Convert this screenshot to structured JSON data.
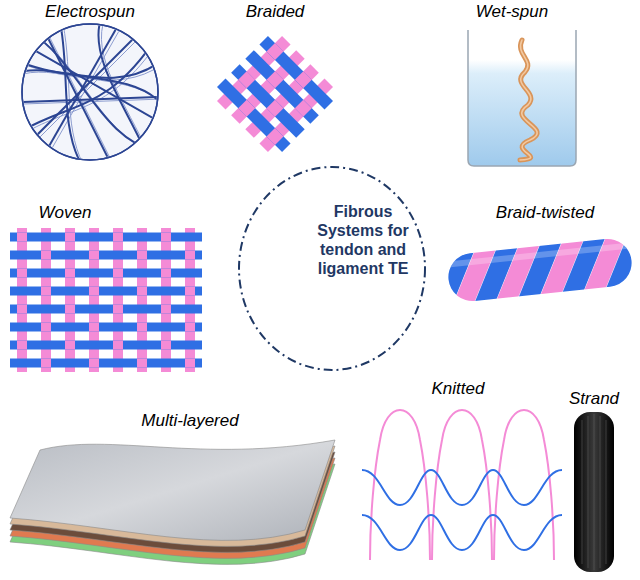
{
  "diagram": {
    "nodes": [
      {
        "text": [
          "Fibrous Systems for tendon and ligament TE"
        ]
      }
    ],
    "labels": [
      "Electrospun",
      "Braided",
      "Wet-spun",
      "Woven",
      "Braid-twisted",
      "Knitted",
      "Strand",
      "Multi-layered"
    ]
  }
}
